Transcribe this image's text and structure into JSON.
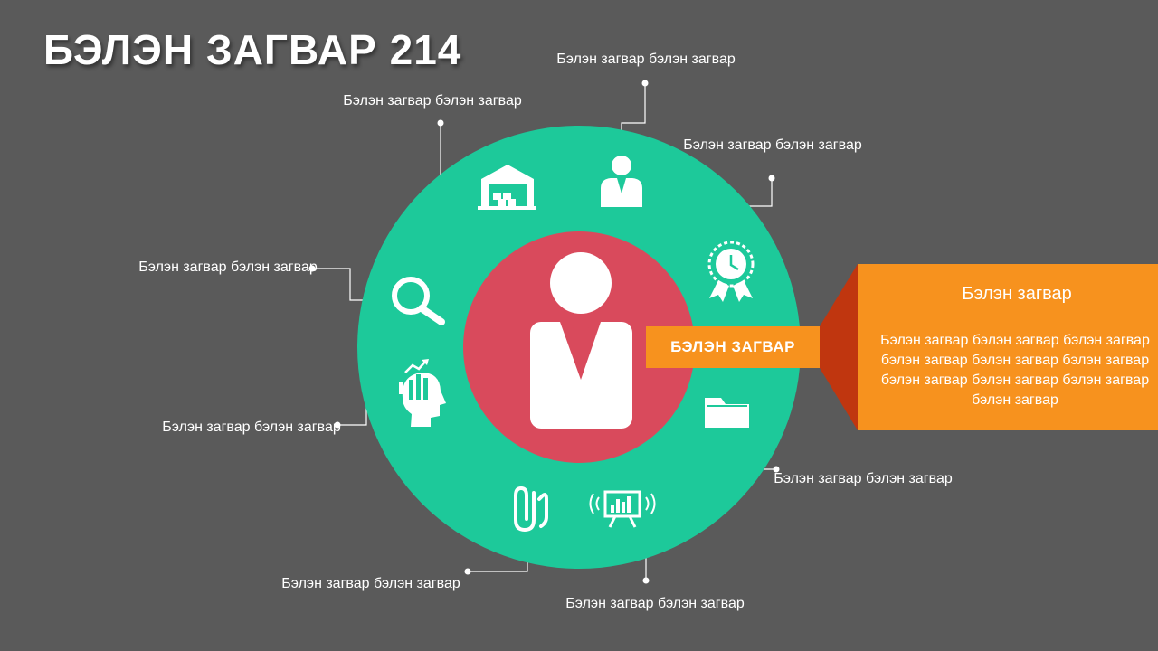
{
  "slide": {
    "title": "БЭЛЭН ЗАГВАР 214",
    "center_tag": "БЭЛЭН ЗАГВАР",
    "panel": {
      "heading": "Бэлэн загвар",
      "body": "Бэлэн загвар бэлэн загвар бэлэн загвар бэлэн загвар бэлэн загвар бэлэн загвар бэлэн загвар бэлэн загвар бэлэн загвар бэлэн загвар"
    },
    "labels": [
      "Бэлэн загвар бэлэн загвар",
      "Бэлэн загвар бэлэн загвар",
      "Бэлэн загвар бэлэн загвар",
      "Бэлэн загвар бэлэн загвар",
      "Бэлэн загвар бэлэн загвар",
      "Бэлэн загвар бэлэн загвар",
      "Бэлэн загвар бэлэн загвар",
      "Бэлэн загвар бэлэн загвар"
    ],
    "icons": [
      "warehouse-icon",
      "employee-icon",
      "clock-award-icon",
      "magnifier-icon",
      "head-growth-icon",
      "folder-icon",
      "paperclip-icon",
      "presentation-chart-icon"
    ]
  },
  "colors": {
    "background": "#5a5a5a",
    "circle_green": "#1dc99a",
    "circle_red": "#d94a5c",
    "accent_orange": "#f7921e",
    "accent_dark_red": "#c0360f"
  }
}
